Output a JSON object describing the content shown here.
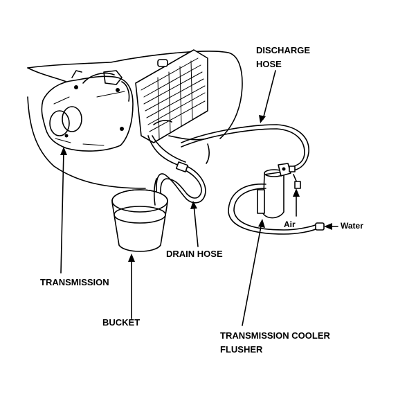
{
  "labels": {
    "discharge_hose_1": "DISCHARGE",
    "discharge_hose_2": "HOSE",
    "transmission": "TRANSMISSION",
    "drain_hose": "DRAIN HOSE",
    "bucket": "BUCKET",
    "air": "Air",
    "water": "Water",
    "flusher_1": "TRANSMISSION COOLER",
    "flusher_2": "FLUSHER"
  },
  "colors": {
    "ink": "#000000",
    "paper": "#ffffff"
  }
}
